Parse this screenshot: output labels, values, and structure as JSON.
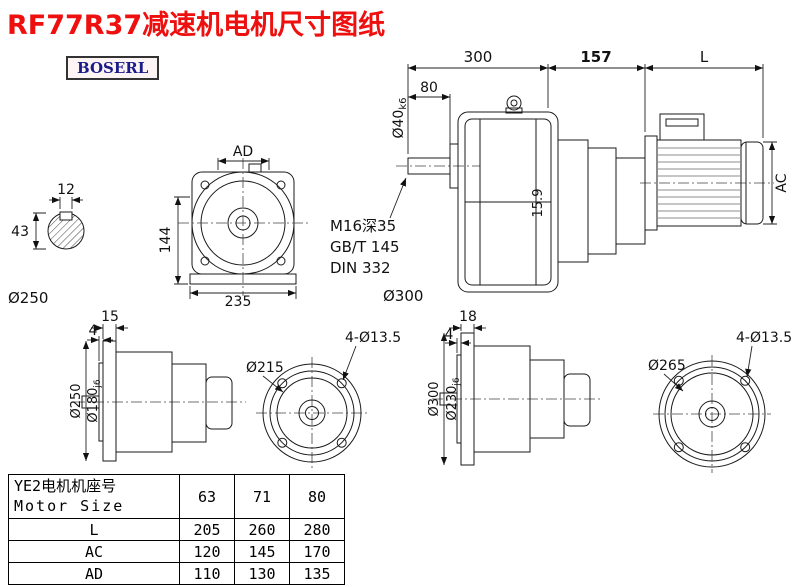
{
  "page": {
    "title": "RF77R37减速机电机尺寸图纸",
    "brand": "BOSERL"
  },
  "colors": {
    "title_red": "#ee0f0f",
    "brand_blue": "#1b1b8a"
  },
  "shaft_section": {
    "key_width": "12",
    "height": "43"
  },
  "front_view": {
    "dim_ad": "AD",
    "dim_height": "144",
    "dim_width": "235",
    "dia_label": "Ø250"
  },
  "main_view": {
    "dim_top_left": "300",
    "dim_top_mid": "157",
    "dim_top_right": "L",
    "dim_shaft_len": "80",
    "shaft_dia_base": "Ø40",
    "shaft_dia_tol": "k6",
    "dim_key": "15.9",
    "dim_motor_dia": "AC",
    "note1": "M16深35",
    "note2": "GB/T 145",
    "note3": "DIN 332",
    "flange_label": "Ø300"
  },
  "flange250": {
    "thickness": "15",
    "step": "4",
    "outer": "Ø250",
    "spigot_base": "Ø180",
    "spigot_tol": "j6",
    "holes": "4-Ø13.5",
    "bolt_circle": "Ø215"
  },
  "flange300": {
    "thickness": "18",
    "step": "4",
    "outer": "Ø300",
    "spigot_base": "Ø230",
    "spigot_tol": "j6",
    "holes": "4-Ø13.5",
    "bolt_circle": "Ø265"
  },
  "table": {
    "header_cn": "YE2电机机座号",
    "header_en": "Motor Size",
    "sizes": [
      "63",
      "71",
      "80"
    ],
    "rows": [
      {
        "label": "L",
        "values": [
          "205",
          "260",
          "280"
        ]
      },
      {
        "label": "AC",
        "values": [
          "120",
          "145",
          "170"
        ]
      },
      {
        "label": "AD",
        "values": [
          "110",
          "130",
          "135"
        ]
      }
    ]
  }
}
